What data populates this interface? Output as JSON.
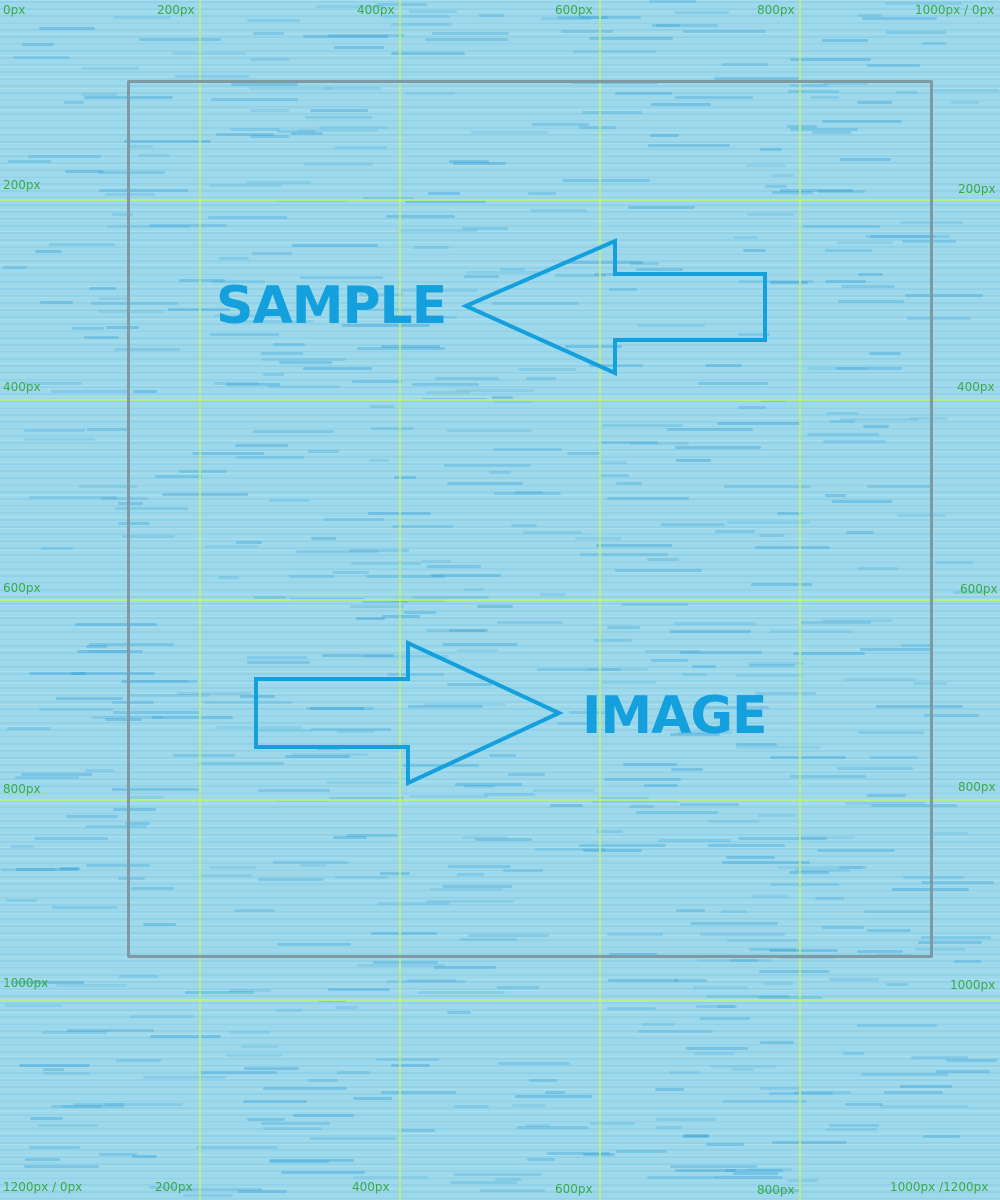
{
  "colors": {
    "background": "#9dd9ea",
    "accent": "#149fdd",
    "grid_line": "#bef078",
    "grid_label": "#3aaa4a",
    "frame_border": "#7f9aa3"
  },
  "grid_labels": {
    "top": [
      "0px",
      "200px",
      "400px",
      "600px",
      "800px",
      "1000px / 0px"
    ],
    "left": [
      "200px",
      "400px",
      "600px",
      "800px",
      "1000px"
    ],
    "right": [
      "200px",
      "400px",
      "600px",
      "800px",
      "1000px"
    ],
    "bottom": [
      "1200px / 0px",
      "200px",
      "400px",
      "600px",
      "800px",
      "1000px /1200px"
    ]
  },
  "labels": {
    "sample": "SAMPLE",
    "image": "IMAGE"
  },
  "icons": {
    "left_arrow": "arrow-left-outline",
    "right_arrow": "arrow-right-outline"
  }
}
